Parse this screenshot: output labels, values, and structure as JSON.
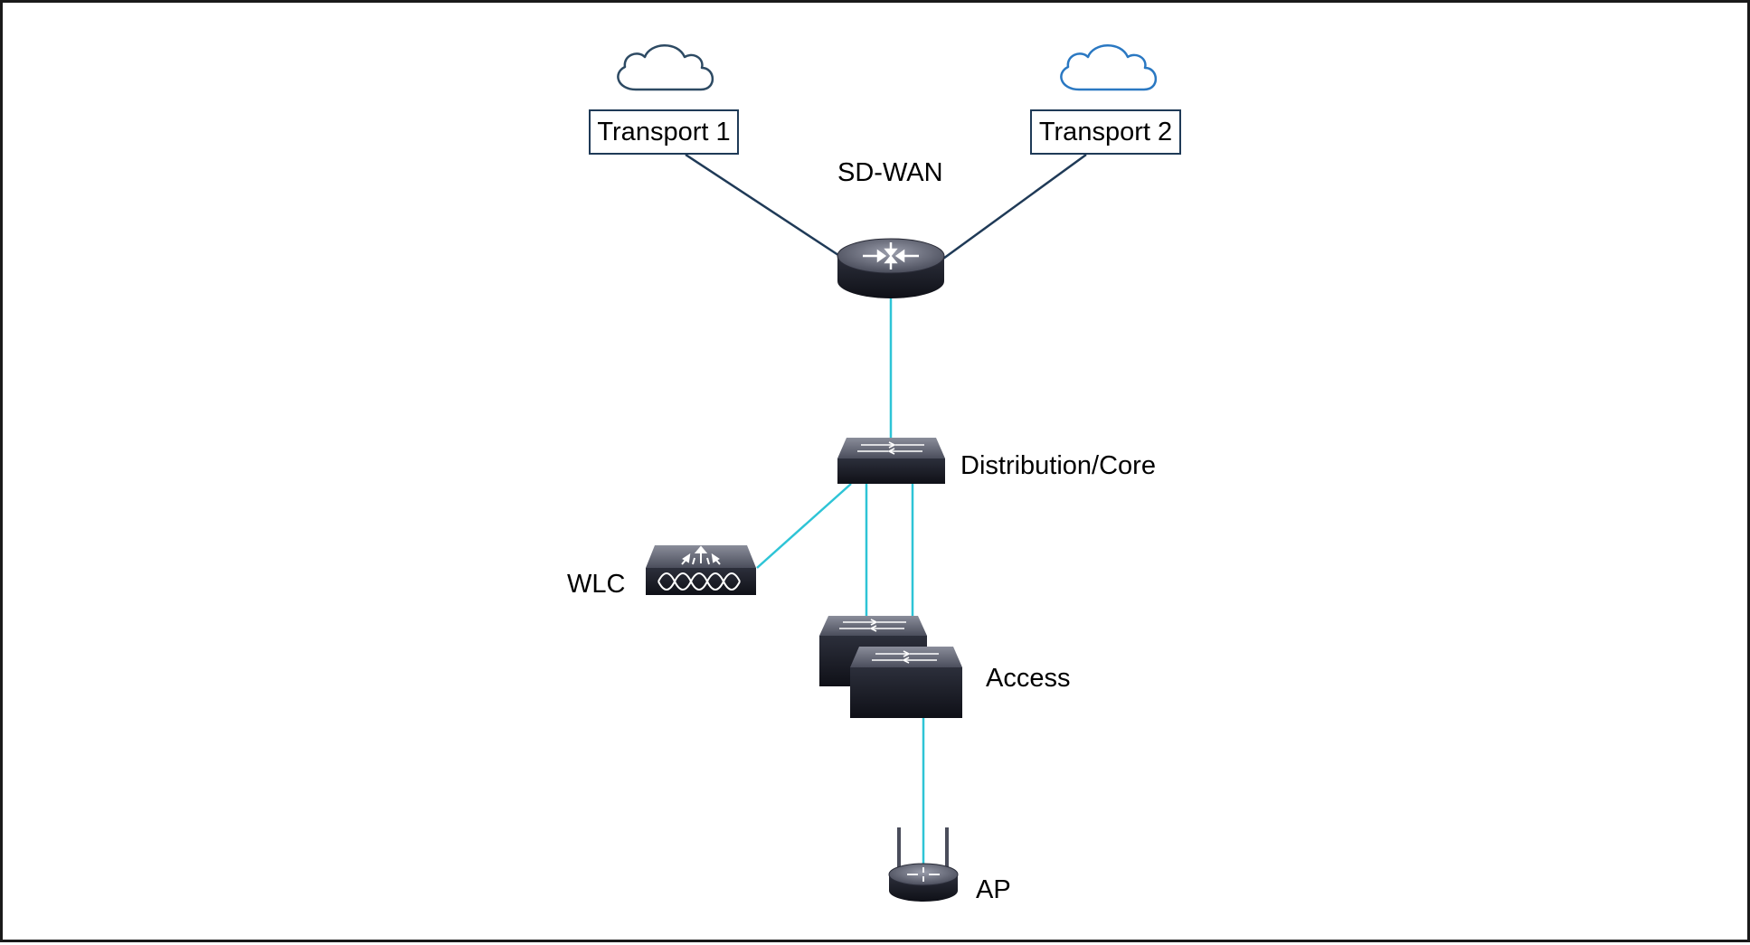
{
  "labels": {
    "transport1": "Transport 1",
    "transport2": "Transport 2",
    "sdwan": "SD-WAN",
    "distribution": "Distribution/Core",
    "wlc": "WLC",
    "access": "Access",
    "ap": "AP"
  },
  "icons": {
    "cloud_left": "cloud-icon",
    "cloud_right": "cloud-icon",
    "router": "router-icon",
    "distribution_switch": "switch-icon",
    "wlc": "wireless-controller-icon",
    "access_switches": "switch-stack-icon",
    "ap": "access-point-icon"
  },
  "colors": {
    "wan_link": "#1f3a57",
    "lan_link": "#2ec4d6",
    "cloud_left": "#2d4a63",
    "cloud_right": "#2a78c2",
    "device_dark": "#1a1c26"
  }
}
